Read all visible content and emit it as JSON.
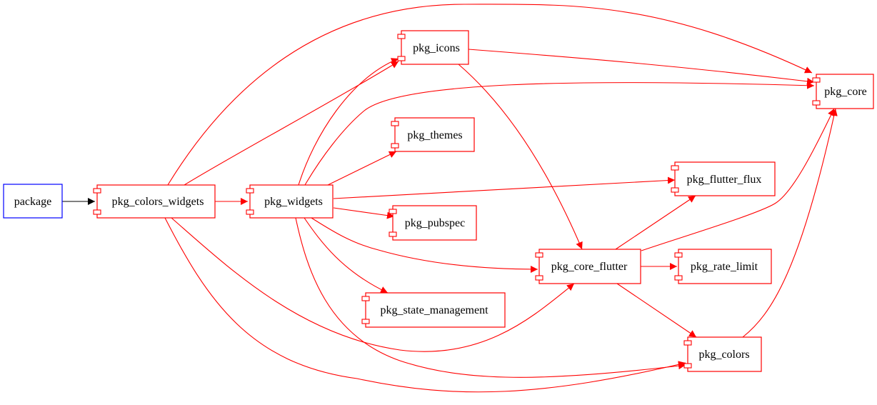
{
  "diagram": {
    "type": "package-dependency-graph",
    "colors": {
      "root_border": "#0000ff",
      "root_edge": "#000000",
      "package_border": "#ff0000",
      "dependency_edge": "#ff0000"
    },
    "nodes": [
      {
        "id": "package",
        "label": "package",
        "kind": "root"
      },
      {
        "id": "pkg_colors_widgets",
        "label": "pkg_colors_widgets",
        "kind": "component"
      },
      {
        "id": "pkg_widgets",
        "label": "pkg_widgets",
        "kind": "component"
      },
      {
        "id": "pkg_icons",
        "label": "pkg_icons",
        "kind": "component"
      },
      {
        "id": "pkg_themes",
        "label": "pkg_themes",
        "kind": "component"
      },
      {
        "id": "pkg_pubspec",
        "label": "pkg_pubspec",
        "kind": "component"
      },
      {
        "id": "pkg_state_management",
        "label": "pkg_state_management",
        "kind": "component"
      },
      {
        "id": "pkg_core_flutter",
        "label": "pkg_core_flutter",
        "kind": "component"
      },
      {
        "id": "pkg_flutter_flux",
        "label": "pkg_flutter_flux",
        "kind": "component"
      },
      {
        "id": "pkg_rate_limit",
        "label": "pkg_rate_limit",
        "kind": "component"
      },
      {
        "id": "pkg_core",
        "label": "pkg_core",
        "kind": "component"
      },
      {
        "id": "pkg_colors",
        "label": "pkg_colors",
        "kind": "component"
      }
    ],
    "edges": [
      {
        "from": "package",
        "to": "pkg_colors_widgets"
      },
      {
        "from": "pkg_colors_widgets",
        "to": "pkg_widgets"
      },
      {
        "from": "pkg_colors_widgets",
        "to": "pkg_icons"
      },
      {
        "from": "pkg_colors_widgets",
        "to": "pkg_core"
      },
      {
        "from": "pkg_colors_widgets",
        "to": "pkg_core_flutter"
      },
      {
        "from": "pkg_colors_widgets",
        "to": "pkg_colors"
      },
      {
        "from": "pkg_widgets",
        "to": "pkg_icons"
      },
      {
        "from": "pkg_widgets",
        "to": "pkg_core"
      },
      {
        "from": "pkg_widgets",
        "to": "pkg_themes"
      },
      {
        "from": "pkg_widgets",
        "to": "pkg_flutter_flux"
      },
      {
        "from": "pkg_widgets",
        "to": "pkg_pubspec"
      },
      {
        "from": "pkg_widgets",
        "to": "pkg_core_flutter"
      },
      {
        "from": "pkg_widgets",
        "to": "pkg_state_management"
      },
      {
        "from": "pkg_widgets",
        "to": "pkg_colors"
      },
      {
        "from": "pkg_icons",
        "to": "pkg_core"
      },
      {
        "from": "pkg_icons",
        "to": "pkg_core_flutter"
      },
      {
        "from": "pkg_core_flutter",
        "to": "pkg_flutter_flux"
      },
      {
        "from": "pkg_core_flutter",
        "to": "pkg_rate_limit"
      },
      {
        "from": "pkg_core_flutter",
        "to": "pkg_core"
      },
      {
        "from": "pkg_core_flutter",
        "to": "pkg_colors"
      },
      {
        "from": "pkg_colors",
        "to": "pkg_core"
      }
    ]
  }
}
